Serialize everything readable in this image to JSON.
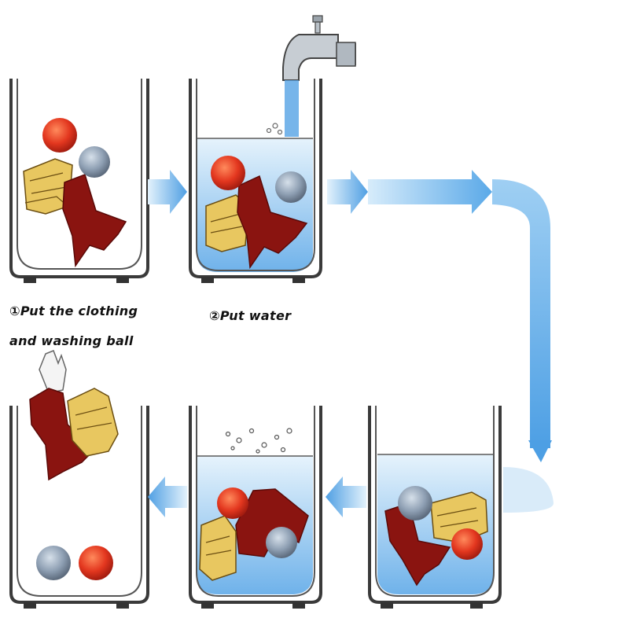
{
  "steps": [
    {
      "caption_line1": "①Put the clothing",
      "caption_line2": "and washing ball"
    },
    {
      "caption_line1": "②Put water"
    }
  ],
  "colors": {
    "container_outline": "#3a3a3a",
    "water": "#9ccbee",
    "water_surface": "#5a5a5a",
    "arrow": "#55a6e6",
    "ball_red": "#e3371f",
    "ball_gray": "#8e9fb3",
    "cloth_red": "#8a1410",
    "cloth_yellow": "#e8c760"
  },
  "icons": [
    "faucet-icon",
    "flow-arrow-icon",
    "washing-ball-icon",
    "clothing-icon"
  ]
}
